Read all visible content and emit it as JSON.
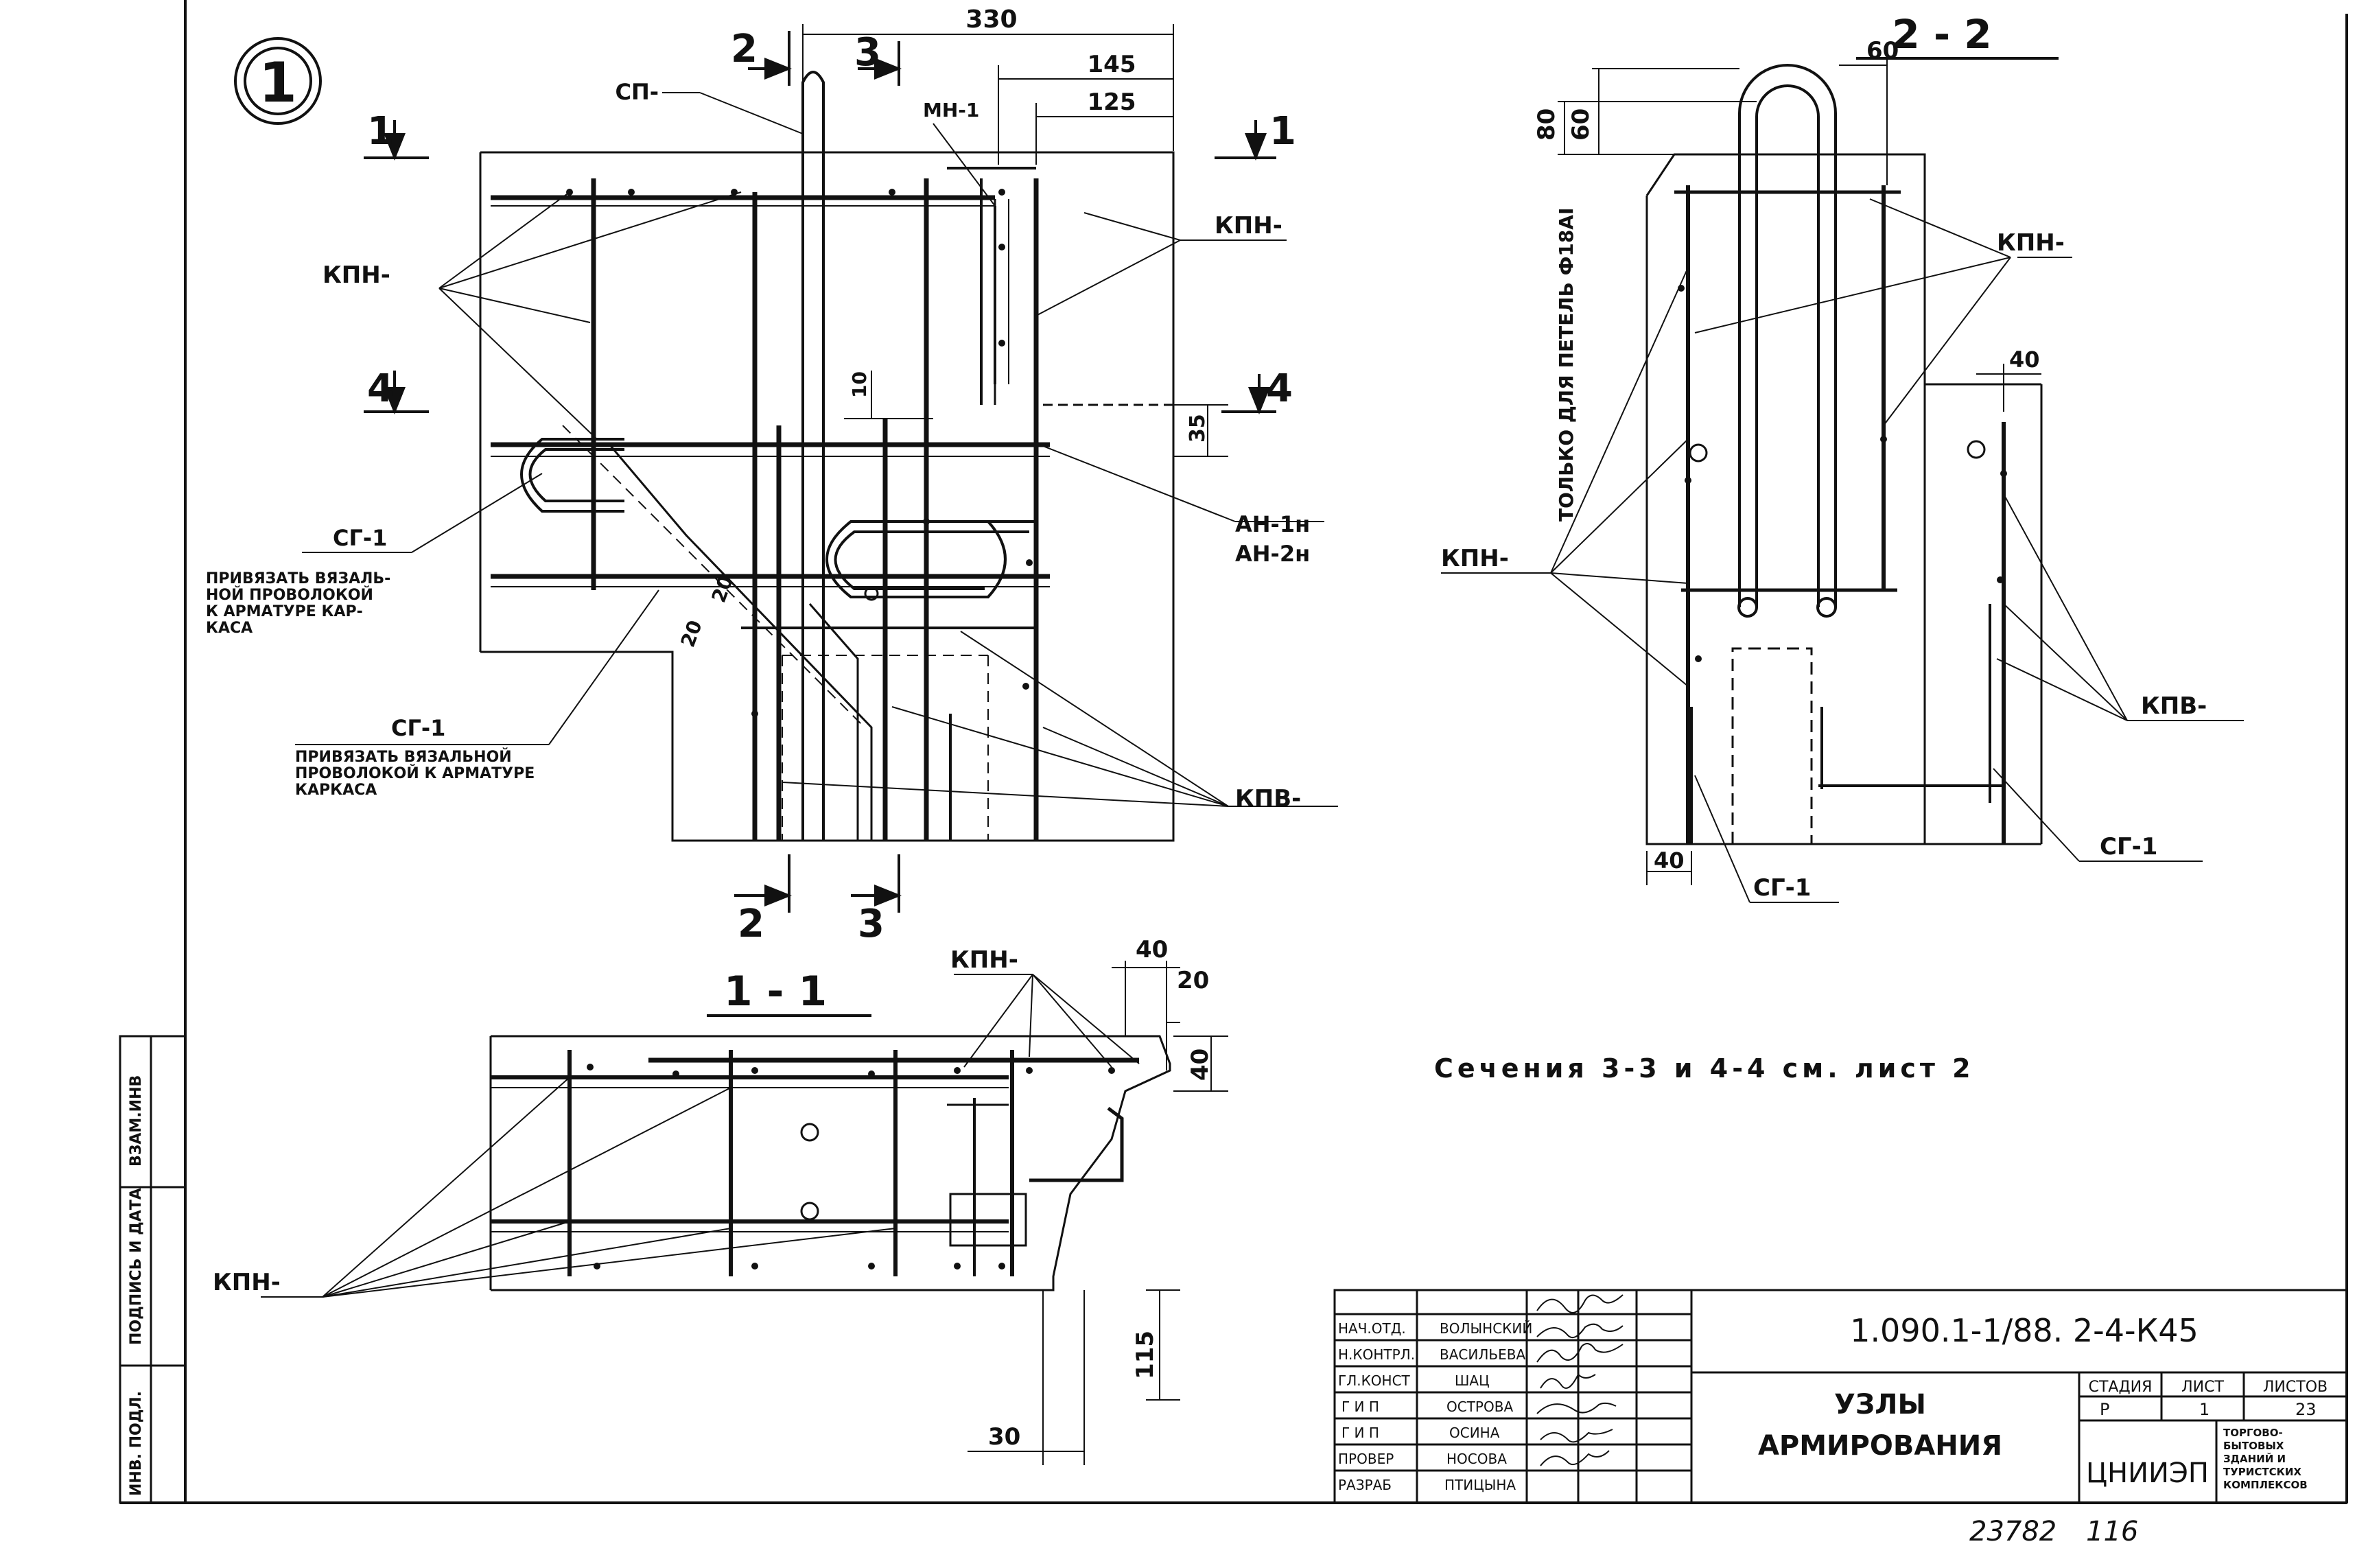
{
  "detail": {
    "node_number": "1"
  },
  "section_marks": {
    "s1": "1",
    "s2": "2",
    "s3": "3",
    "s4": "4"
  },
  "dimensions": {
    "d330": "330",
    "d145": "145",
    "d125": "125",
    "d10": "10",
    "d35": "35",
    "d20a": "20",
    "d20b": "20",
    "d60a": "60",
    "d80": "80",
    "d60b": "60",
    "d40a": "40",
    "d40b": "40",
    "d40c": "40",
    "d20c": "20",
    "d40d": "40",
    "d115": "115",
    "d30": "30"
  },
  "labels": {
    "sp": "СП-",
    "mn1": "МН-1",
    "kpn": "КПН-",
    "kpv": "КПВ-",
    "an1n": "АН-1н",
    "an2n": "АН-2н",
    "sg1": "СГ-1"
  },
  "notes": {
    "note1": [
      "ПРИВЯЗАТЬ ВЯЗАЛЬ-",
      "НОЙ ПРОВОЛОКОЙ",
      "К АРМАТУРЕ КАР-",
      "КАСА"
    ],
    "note2": [
      "ПРИВЯЗАТЬ ВЯЗАЛЬНОЙ",
      "ПРОВОЛОКОЙ К АРМАТУРЕ",
      "КАРКАСА"
    ],
    "loops_note": "ТОЛЬКО ДЛЯ ПЕТЕЛЬ Ф18АI",
    "sections_note": "Сечения 3-3 и 4-4 см. лист 2"
  },
  "section_titles": {
    "s11": "1 - 1",
    "s22": "2 - 2"
  },
  "side_stamp": [
    "ИНВ. ПОДЛ.",
    "ПОДПИСЬ И ДАТА",
    "ВЗАМ.ИНВ"
  ],
  "title_block": {
    "roles": [
      {
        "role": "НАЧ.ОТД.",
        "name": "ВОЛЫНСКИЙ"
      },
      {
        "role": "Н.КОНТРЛ.",
        "name": "ВАСИЛЬЕВА"
      },
      {
        "role": "ГЛ.КОНСТ",
        "name": "ШАЦ"
      },
      {
        "role": "Г И П",
        "name": "ОСТРОВА"
      },
      {
        "role": "Г И П",
        "name": "ОСИНА"
      },
      {
        "role": "ПРОВЕР",
        "name": "НОСОВА"
      },
      {
        "role": "РАЗРАБ",
        "name": "ПТИЦЫНА"
      }
    ],
    "code": "1.090.1-1/88. 2-4-К45",
    "title_l1": "УЗЛЫ",
    "title_l2": "АРМИРОВАНИЯ",
    "stage_head": "СТАДИЯ",
    "sheet_head": "ЛИСТ",
    "sheets_head": "ЛИСТОВ",
    "stage": "Р",
    "sheet": "1",
    "sheets": "23",
    "org": "ЦНИИЭП",
    "org_desc": [
      "ТОРГОВО-",
      "БЫТОВЫХ",
      "ЗДАНИЙ И",
      "ТУРИСТСКИХ",
      "КОМПЛЕКСОВ"
    ]
  },
  "archive_number": "23782",
  "archive_page": "116"
}
